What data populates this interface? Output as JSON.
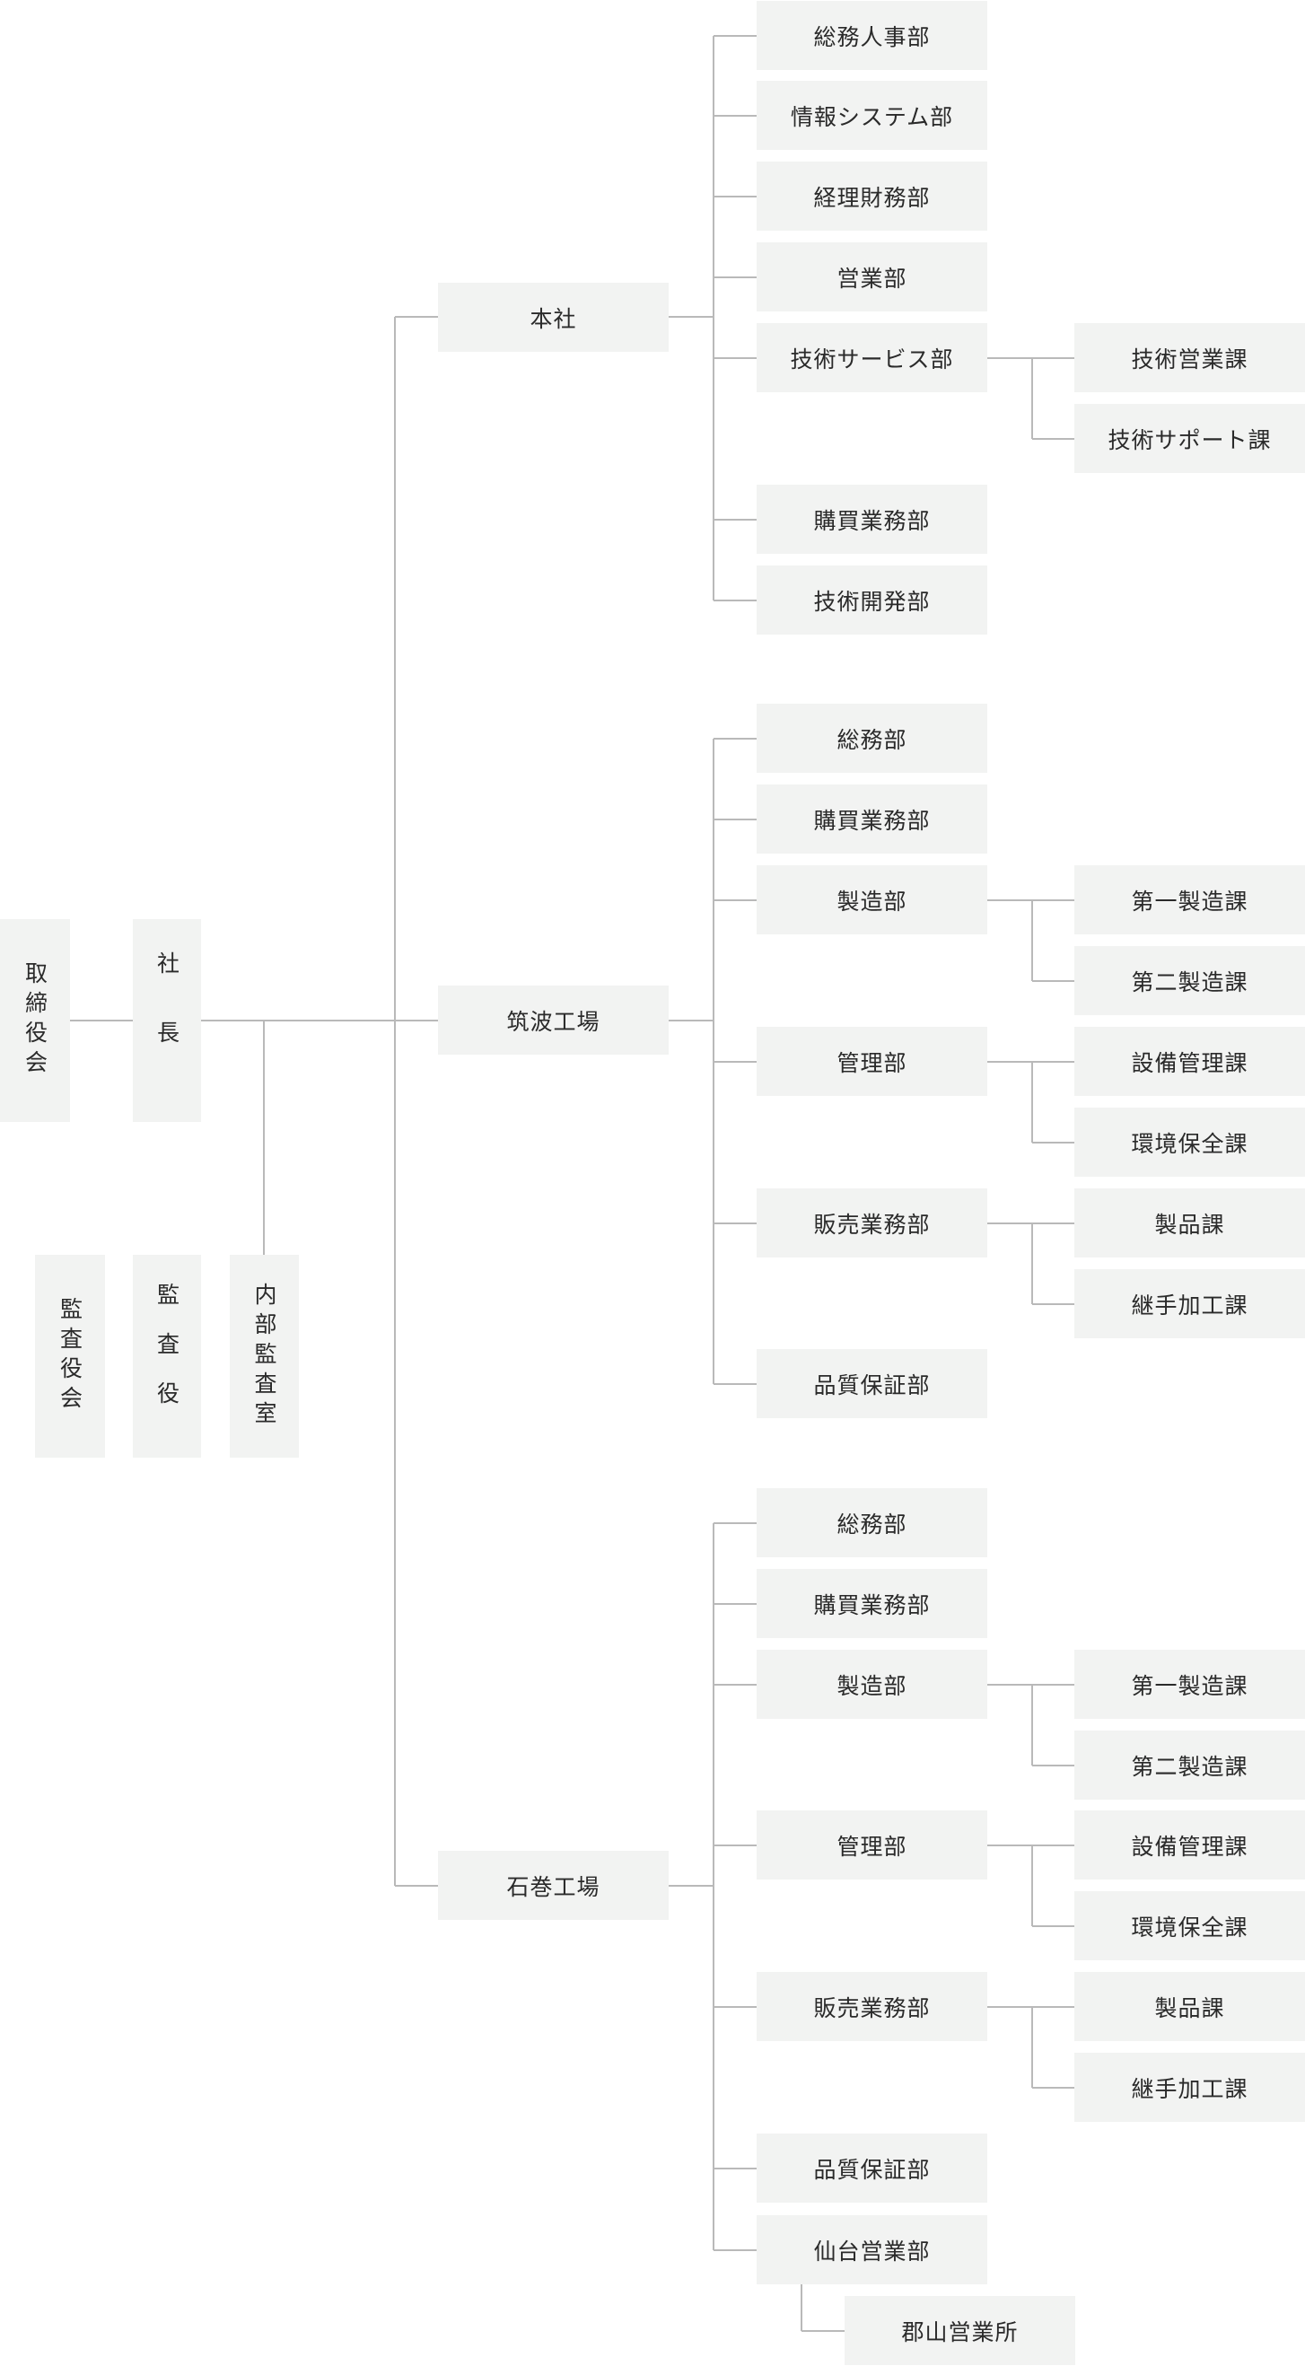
{
  "top": {
    "board": "取締役会",
    "president": "社長",
    "audit_board": "監査役会",
    "auditor": "監査役",
    "internal_audit": "内部監査室"
  },
  "honsha": {
    "label": "本社",
    "depts": [
      "総務人事部",
      "情報システム部",
      "経理財務部",
      "営業部",
      "技術サービス部",
      "購買業務部",
      "技術開発部"
    ],
    "tech_service_sections": [
      "技術営業課",
      "技術サポート課"
    ]
  },
  "tsukuba": {
    "label": "筑波工場",
    "depts": [
      "総務部",
      "購買業務部",
      "製造部",
      "管理部",
      "販売業務部",
      "品質保証部"
    ],
    "manufacturing_sections": [
      "第一製造課",
      "第二製造課"
    ],
    "management_sections": [
      "設備管理課",
      "環境保全課"
    ],
    "sales_sections": [
      "製品課",
      "継手加工課"
    ]
  },
  "ishinomaki": {
    "label": "石巻工場",
    "depts": [
      "総務部",
      "購買業務部",
      "製造部",
      "管理部",
      "販売業務部",
      "品質保証部",
      "仙台営業部"
    ],
    "manufacturing_sections": [
      "第一製造課",
      "第二製造課"
    ],
    "management_sections": [
      "設備管理課",
      "環境保全課"
    ],
    "sales_sections": [
      "製品課",
      "継手加工課"
    ],
    "sendai_office": "郡山営業所"
  }
}
